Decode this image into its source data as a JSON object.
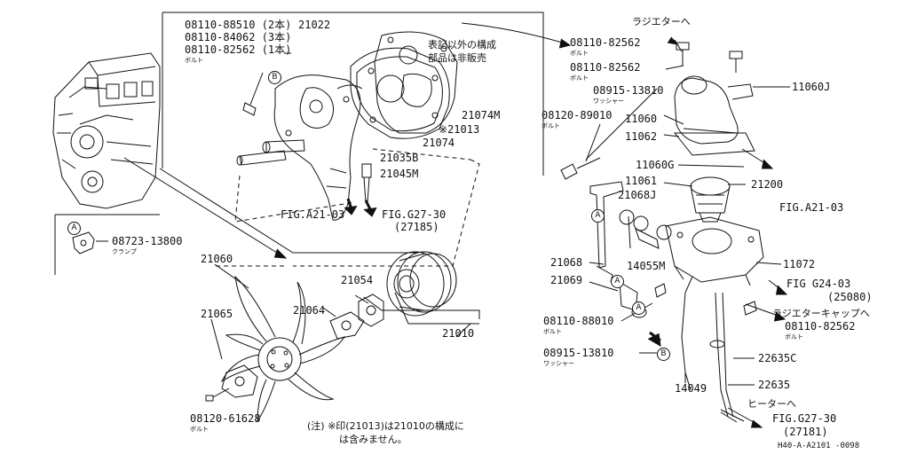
{
  "part_numbers": {
    "p_08110_88510": "08110-88510 (2本)",
    "p_08110_84062": "08110-84062 (3本)",
    "p_08110_82562_a": "08110-82562 (1本)",
    "bolt_a": "ボルト",
    "p_21022": "21022",
    "note_jp_1": "表記以外の構成",
    "note_jp_2": "部品は非販売",
    "p_21074m": "21074M",
    "p_21013": "※21013",
    "p_21074": "21074",
    "p_21035b": "21035B",
    "p_21045m": "21045M",
    "fig_a21_03_left": "FIG.A21-03",
    "fig_g27_30_left": "FIG.G27-30",
    "p_27185": "(27185)",
    "p_08723_13800": "08723-13800",
    "clamp": "クランプ",
    "p_21060": "21060",
    "p_21054": "21054",
    "p_21065": "21065",
    "p_21064": "21064",
    "p_21010": "21010",
    "p_08120_61628": "08120-61628",
    "bolt_b": "ボルト",
    "footnote_1": "(注) ※印(21013)は21010の構成に",
    "footnote_2": "は含みません。",
    "radiator_to": "ラジエターへ",
    "p_08110_82562_b": "08110-82562",
    "bolt_c": "ボルト",
    "p_08110_82562_c": "08110-82562",
    "bolt_d": "ボルト",
    "p_11060j": "11060J",
    "p_08915_13810_a": "08915-13810",
    "washer_a": "ワッシャー",
    "p_08120_89010": "08120-89010",
    "bolt_e": "ボルト",
    "p_11060": "11060",
    "p_11062": "11062",
    "p_11060g": "11060G",
    "p_11061": "11061",
    "p_21200": "21200",
    "p_21068j": "21068J",
    "fig_a21_03_right": "FIG.A21-03",
    "p_21068": "21068",
    "p_14055m": "14055M",
    "p_11072": "11072",
    "p_21069": "21069",
    "fig_g24_03": "FIG G24-03",
    "p_25080": "(25080)",
    "p_08110_88010": "08110-88010",
    "bolt_f": "ボルト",
    "radiator_cap_to": "ラジエターキャップへ",
    "p_08110_82562_d": "08110-82562",
    "bolt_g": "ボルト",
    "p_08915_13810_b": "08915-13810",
    "washer_b": "ワッシャー",
    "p_22635c": "22635C",
    "p_14049": "14049",
    "p_22635": "22635",
    "heater_to": "ヒーターへ",
    "fig_g27_30_right": "FIG.G27-30",
    "p_27181": "(27181)",
    "drawing_id": "H40-A-A2101 -0098"
  },
  "refs": {
    "A": "A",
    "B": "B"
  }
}
